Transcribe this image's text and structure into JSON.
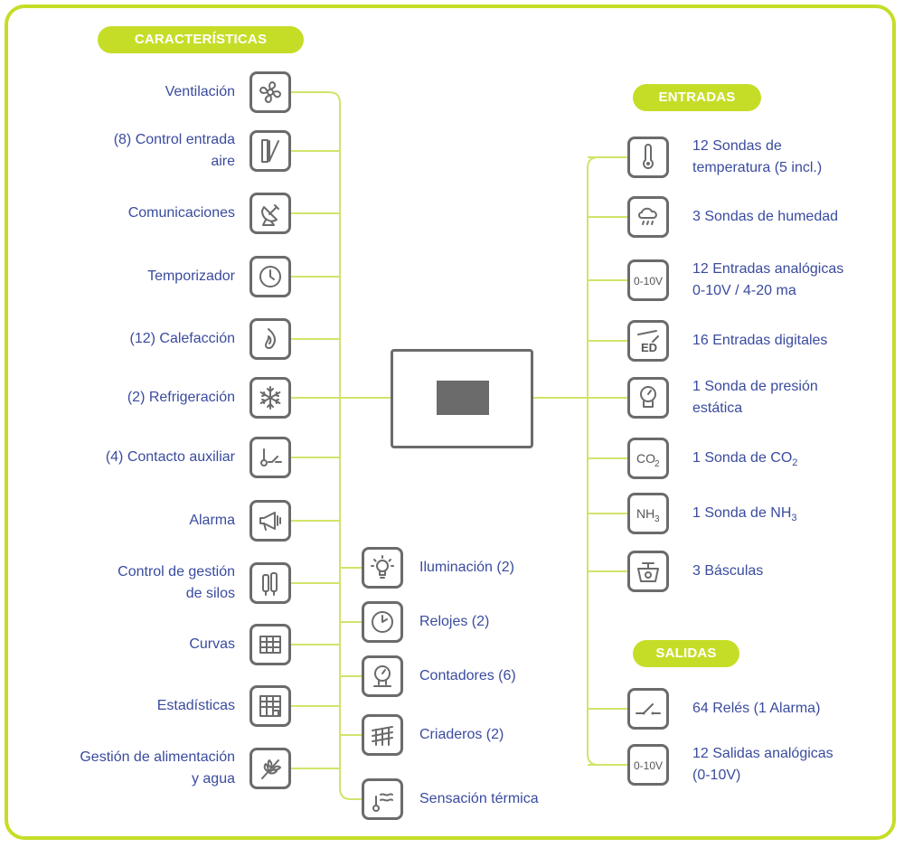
{
  "headers": {
    "features": "CARACTERÍSTICAS",
    "inputs": "ENTRADAS",
    "outputs": "SALIDAS"
  },
  "features_left": [
    {
      "lines": [
        "Ventilación"
      ],
      "icon": "fan-icon"
    },
    {
      "lines": [
        "(8) Control entrada",
        "aire"
      ],
      "icon": "air-inlet-icon"
    },
    {
      "lines": [
        "Comunicaciones"
      ],
      "icon": "satellite-dish-icon"
    },
    {
      "lines": [
        "Temporizador"
      ],
      "icon": "timer-icon"
    },
    {
      "lines": [
        "(12) Calefacción"
      ],
      "icon": "heating-flame-icon"
    },
    {
      "lines": [
        "(2) Refrigeración"
      ],
      "icon": "snowflake-icon"
    },
    {
      "lines": [
        "(4) Contacto auxiliar"
      ],
      "icon": "auxiliary-contact-icon"
    },
    {
      "lines": [
        "Alarma"
      ],
      "icon": "megaphone-icon"
    },
    {
      "lines": [
        "Control de gestión",
        "de silos"
      ],
      "icon": "silo-icon"
    },
    {
      "lines": [
        "Curvas"
      ],
      "icon": "grid-curves-icon"
    },
    {
      "lines": [
        "Estadísticas"
      ],
      "icon": "statistics-grid-icon"
    },
    {
      "lines": [
        "Gestión de alimentación",
        "y agua"
      ],
      "icon": "wheat-icon"
    }
  ],
  "features_center": [
    {
      "label": "Iluminación (2)",
      "icon": "light-bulb-icon"
    },
    {
      "label": "Relojes (2)",
      "icon": "clock-icon"
    },
    {
      "label": "Contadores (6)",
      "icon": "counter-meter-icon"
    },
    {
      "label": "Criaderos (2)",
      "icon": "hatchery-icon"
    },
    {
      "label": "Sensación térmica",
      "icon": "thermal-sensation-icon"
    }
  ],
  "inputs": [
    {
      "lines": [
        "12 Sondas de",
        "temperatura (5 incl.)"
      ],
      "icon": "thermometer-icon"
    },
    {
      "lines": [
        "3 Sondas de humedad"
      ],
      "icon": "humidity-cloud-icon"
    },
    {
      "lines": [
        "12 Entradas analógicas",
        "0-10V / 4-20 ma"
      ],
      "icon": "analog-0-10v-icon",
      "icon_text": "0-10V"
    },
    {
      "lines": [
        "16 Entradas digitales"
      ],
      "icon": "digital-input-icon",
      "icon_text": "ED"
    },
    {
      "lines": [
        "1 Sonda de presión",
        "estática"
      ],
      "icon": "pressure-gauge-icon"
    },
    {
      "lines": [
        "1 Sonda de CO",
        "2"
      ],
      "icon": "co2-icon",
      "icon_text": "CO",
      "icon_sub": "2"
    },
    {
      "lines": [
        "1 Sonda de NH",
        "3"
      ],
      "icon": "nh3-icon",
      "icon_text": "NH",
      "icon_sub": "3"
    },
    {
      "lines": [
        "3 Básculas"
      ],
      "icon": "scale-icon"
    }
  ],
  "outputs": [
    {
      "lines": [
        "64 Relés (1 Alarma)"
      ],
      "icon": "relay-switch-icon"
    },
    {
      "lines": [
        "12 Salidas analógicas",
        "(0-10V)"
      ],
      "icon": "analog-output-icon",
      "icon_text": "0-10V"
    }
  ],
  "colors": {
    "accent": "#c6dd27",
    "label": "#3a4b9e",
    "icon_stroke": "#6b6b6b"
  }
}
